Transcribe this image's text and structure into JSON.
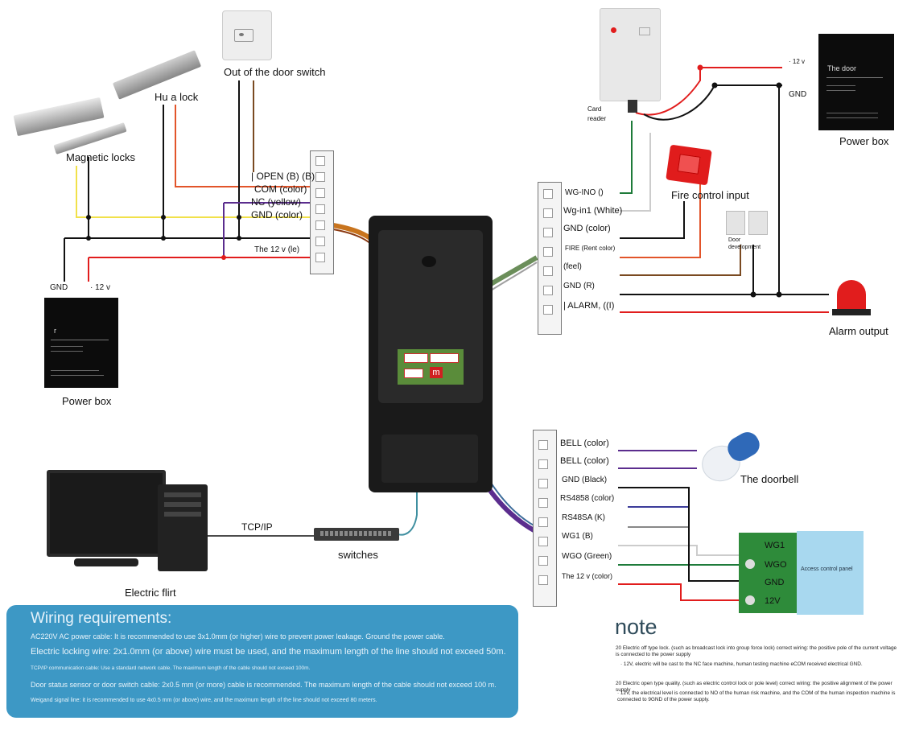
{
  "devices": {
    "door_switch": "Out of the door switch",
    "hu_lock": "Hu a lock",
    "magnetic_locks": "Magnetic locks",
    "power_box_left": "Power box",
    "power_box_right": "Power box",
    "card_reader": "Card\nreader",
    "fire_control": "Fire control input",
    "door_development": "Door\ndevelopment",
    "alarm_output": "Alarm output",
    "doorbell": "The doorbell",
    "electric_flirt": "Electric flirt",
    "switches": "switches",
    "tcpip": "TCP/IP",
    "access_panel": "Access control panel",
    "power_box_letter": "r",
    "power_box_door_text": "The door"
  },
  "power_left": {
    "gnd": "GND",
    "v12": "·  12 v"
  },
  "power_right": {
    "v12": "·  12 v",
    "gnd": "GND"
  },
  "terminal_left": [
    "| OPEN (B) (B)",
    "COM (color)",
    "NC (yellow)",
    "GND (color)",
    "The 12 v (le)"
  ],
  "terminal_right_top": [
    "WG-INO ()",
    "Wg-in1 (White)",
    "GND (color)",
    "FIRE (Rent color)",
    "(feel)",
    "GND (R)",
    "| ALARM, ((I)"
  ],
  "terminal_right_bottom": [
    "BELL (color)",
    "BELL (color)",
    "GND (Black)",
    "RS4858 (color)",
    "RS48SA (K)",
    "WG1 (B)",
    "WGO (Green)",
    "The 12 v (color)"
  ],
  "panel_terminals": [
    "WG1",
    "WGO",
    "GND",
    "12V"
  ],
  "board_mark": "m",
  "wiring": {
    "heading": "Wiring requirements:",
    "lines": [
      "AC220V AC power cable: It is recommended to use 3x1.0mm (or higher) wire to prevent power leakage. Ground the power cable.",
      "Electric locking wire: 2x1.0mm (or above) wire must be used, and the maximum length of the line should not exceed 50m.",
      "TCP/IP communication cable: Use a standard network cable. The maximum length of the cable should not exceed 100m.",
      "Door status sensor or door switch cable: 2x0.5 mm (or more) cable is recommended. The maximum length of the cable should not exceed 100 m.",
      "Weigand signal line: it is recommended to use 4x0.5 mm (or above) wire, and the maximum length of the line should not exceed 80 meters."
    ]
  },
  "note": {
    "title": "note",
    "lines": [
      "20 Electric off type lock. (such as broadcast lock into group force lock) correct wiring: the positive pole of the current voltage is connected to the power supply",
      "· 12V, electric will be cast to the NC face machine, human testing machine eCOM received electrical GND.",
      "20 Electric open type quality. (such as electric control lock or pole level) correct wiring: the positive alignment of the power supply",
      "· 12V, the electrical level is connected to NO of the human risk machine, and the COM of the human inspection machine is connected to 9GND of the power supply."
    ]
  },
  "colors": {
    "red": "#e11d1d",
    "yellow": "#f1e14a",
    "purple": "#5b2d8e",
    "brown": "#7a4a21",
    "green": "#1e7b3a",
    "black": "#111111"
  }
}
